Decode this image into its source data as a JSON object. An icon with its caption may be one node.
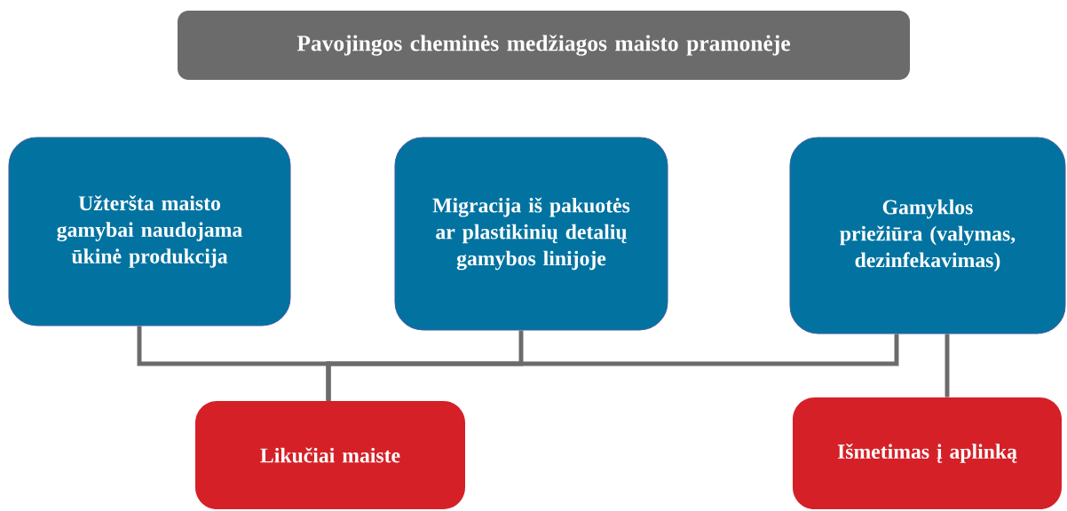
{
  "diagram": {
    "nodes": [
      {
        "text": [
          "Pavojingos cheminės medžiagos maisto pramonėje"
        ]
      },
      {
        "text": [
          "Užteršta maisto gamybai naudojama ūkinė produkcija"
        ]
      },
      {
        "text": [
          "Migracija iš pakuotės ar plastikinių detalių gamybos linijoje"
        ]
      },
      {
        "text": [
          "Gamyklos priežiūra (valymas, dezinfekavimas)"
        ]
      },
      {
        "text": [
          "Likučiai maiste"
        ]
      },
      {
        "text": [
          "Išmetimas į aplinką"
        ]
      }
    ],
    "edges": [
      {
        "from": 1,
        "to": 4,
        "arrow": "none"
      },
      {
        "from": 2,
        "to": 4,
        "arrow": "none"
      },
      {
        "from": 3,
        "to": 4,
        "arrow": "none"
      },
      {
        "from": 3,
        "to": 5,
        "arrow": "none"
      }
    ]
  }
}
